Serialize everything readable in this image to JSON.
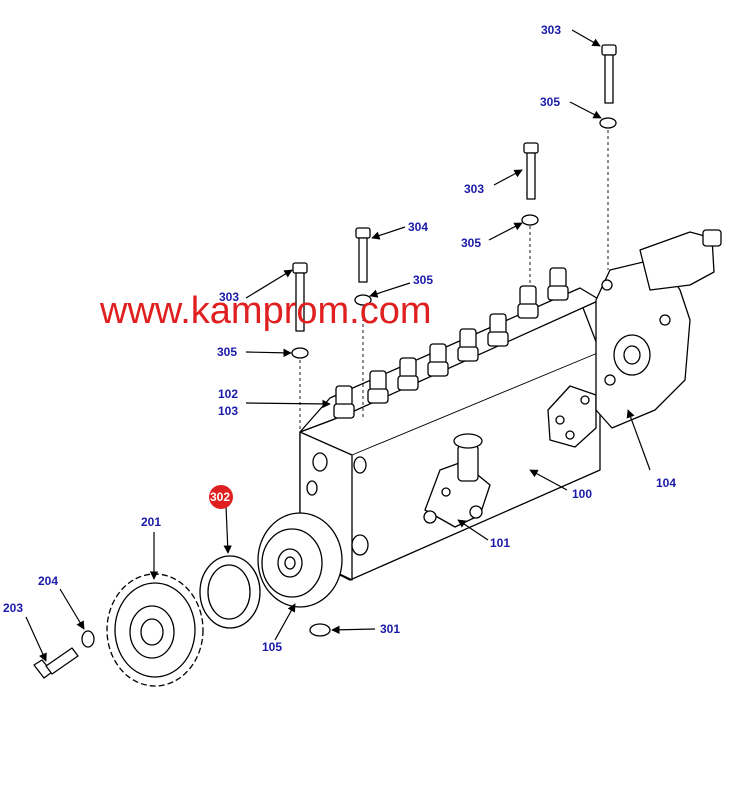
{
  "watermark": "www.kamprom.com",
  "highlight_color": "#e02020",
  "label_color": "#1a1aa8",
  "callouts": {
    "c303_top": "303",
    "c305_top": "305",
    "c303_mid": "303",
    "c305_mid": "305",
    "c304": "304",
    "c305_b": "305",
    "c303_left": "303",
    "c305_left": "305",
    "c102": "102",
    "c103": "103",
    "c104": "104",
    "c100": "100",
    "c101": "101",
    "c302": "302",
    "c201": "201",
    "c204": "204",
    "c203": "203",
    "c105": "105",
    "c301": "301"
  }
}
